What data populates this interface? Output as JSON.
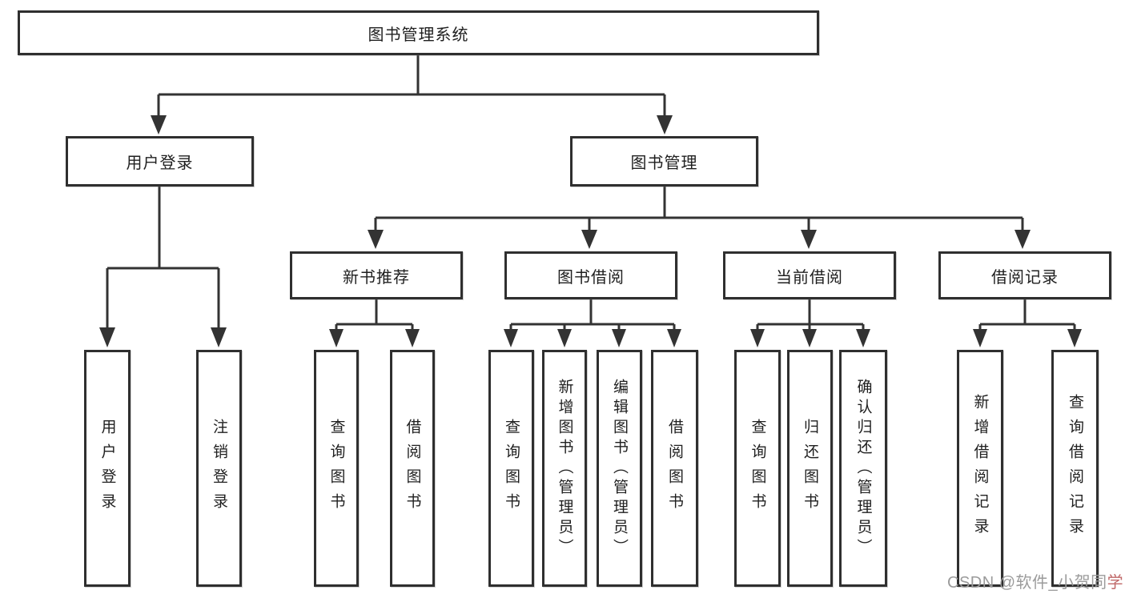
{
  "diagram": {
    "root": "图书管理系统",
    "level2": {
      "user_login": "用户登录",
      "book_management": "图书管理"
    },
    "level3": {
      "new_books": "新书推荐",
      "book_borrow": "图书借阅",
      "current_borrow": "当前借阅",
      "borrow_records": "借阅记录"
    },
    "leaves": {
      "user_login": [
        "用户登录",
        "注销登录"
      ],
      "new_books": [
        "查询图书",
        "借阅图书"
      ],
      "book_borrow": [
        "查询图书",
        "新增图书（管理员）",
        "编辑图书（管理员）",
        "借阅图书"
      ],
      "current_borrow": [
        "查询图书",
        "归还图书",
        "确认归还（管理员）"
      ],
      "borrow_records": [
        "新增借阅记录",
        "查询借阅记录"
      ]
    }
  },
  "watermark": {
    "text": "CSDN @软件_小贺同",
    "accent": "学"
  },
  "colors": {
    "line": "#333333",
    "box_border": "#2f2f2f",
    "text": "#1f1f1f",
    "watermark": "#9b9b9b",
    "watermark_accent": "#c06868"
  }
}
